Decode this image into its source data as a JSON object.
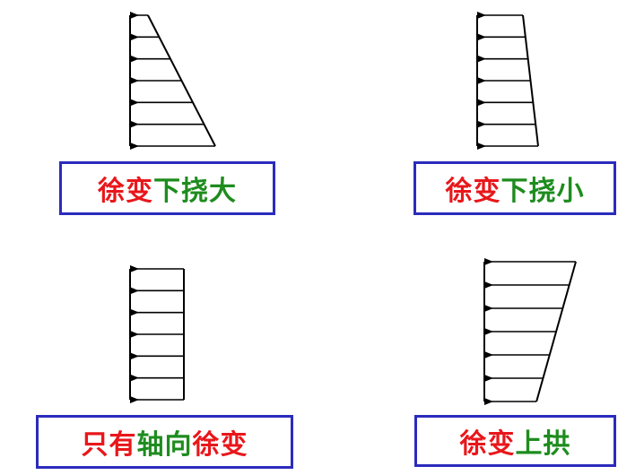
{
  "colors": {
    "red_text": "#e8171b",
    "green_text": "#1e8c1e",
    "box_border": "#2b2bbd",
    "arrows": "#000000"
  },
  "captions": {
    "a": {
      "red": "徐变",
      "green": "下挠大"
    },
    "b": {
      "red": "徐变",
      "green": "下挠小"
    },
    "c": {
      "red1": "只有",
      "green": "轴向",
      "red2": "徐变"
    },
    "d": {
      "red": "徐变",
      "green": "上拱"
    }
  },
  "diagrams": [
    {
      "id": "a",
      "top_width_ratio": 0.21,
      "bottom_width_ratio": 1.0,
      "arrow_count": 7
    },
    {
      "id": "b",
      "top_width_ratio": 0.75,
      "bottom_width_ratio": 1.0,
      "arrow_count": 7
    },
    {
      "id": "c",
      "top_width_ratio": 1.0,
      "bottom_width_ratio": 1.0,
      "arrow_count": 7
    },
    {
      "id": "d",
      "top_width_ratio": 1.0,
      "bottom_width_ratio": 0.57,
      "arrow_count": 7
    }
  ]
}
